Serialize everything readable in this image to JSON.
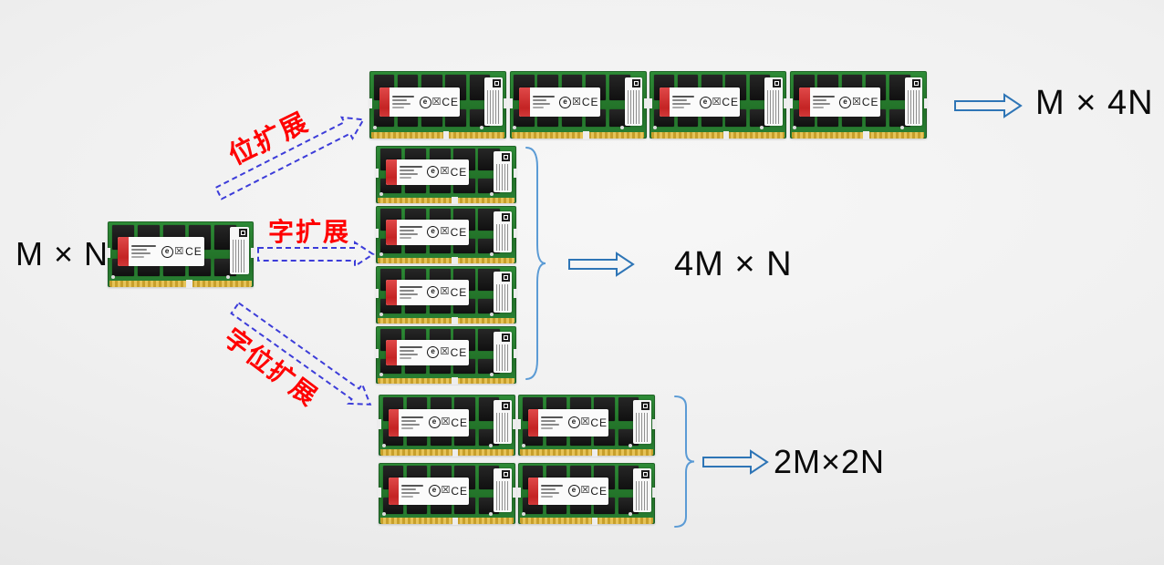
{
  "diagram": {
    "title_semantics": "memory capacity expansion diagram",
    "source": {
      "label": "M × N",
      "module_count": 1
    },
    "expansions": [
      {
        "name": "bit-expansion",
        "label": "位扩展",
        "result": "M × 4N",
        "module_count": 4,
        "arrangement": "row-1x4"
      },
      {
        "name": "word-expansion",
        "label": "字扩展",
        "result": "4M × N",
        "module_count": 4,
        "arrangement": "column-4x1"
      },
      {
        "name": "word-bit-expansion",
        "label": "字位扩展",
        "result": "2M×2N",
        "module_count": 4,
        "arrangement": "grid-2x2"
      }
    ]
  },
  "module": {
    "kind": "kingston-sodimm-memory-module",
    "ce_mark": "CE",
    "e_mark": "e",
    "weee_icon": "crossed-out-bin"
  },
  "colors": {
    "expansion_label": "#ff0000",
    "dashed_arrow": "#3c3cd9",
    "solid_arrow": "#2e75b6",
    "brace": "#5b9bd5",
    "result_text": "#0a0a0a",
    "pcb_green": "#27802e",
    "background": "#efefef"
  }
}
